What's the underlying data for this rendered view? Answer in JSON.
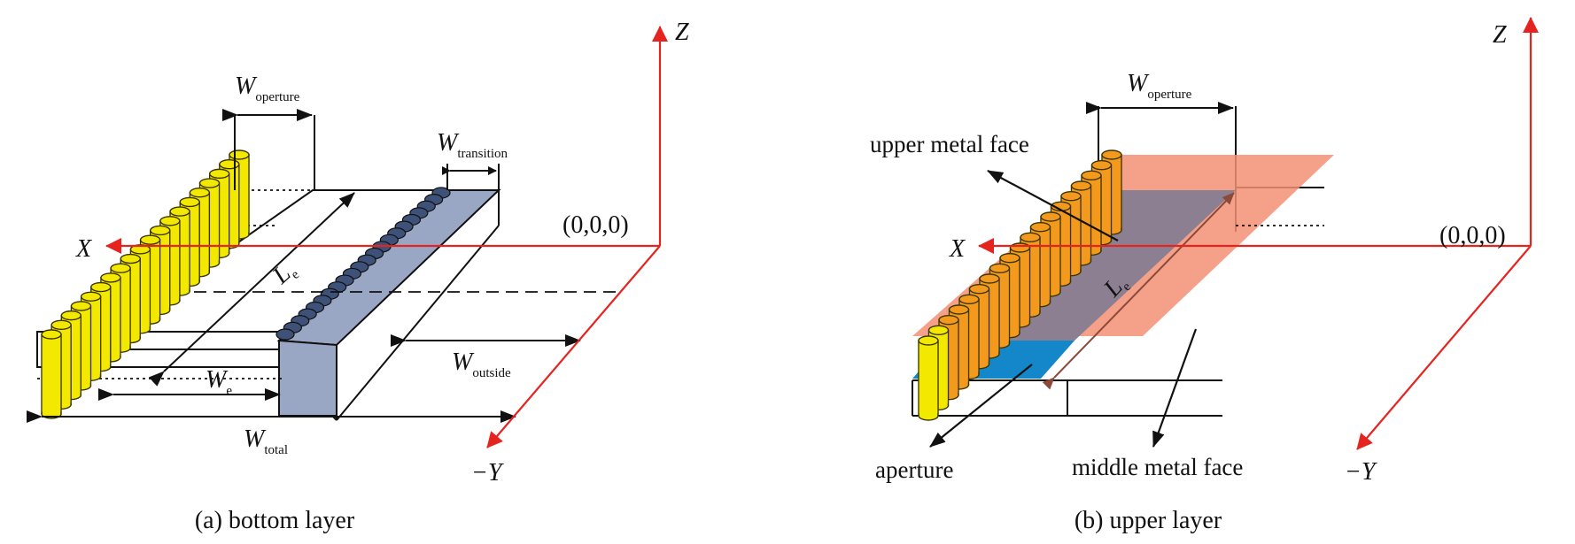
{
  "colors": {
    "axis": "#e52420",
    "via_fill": "#f3e800",
    "via_stroke": "#3b3500",
    "slot_fill": "#9aa7c4",
    "via_dark": "#3e5178",
    "upper_face": "#f39074",
    "aperture": "#1387c9",
    "overlap": "#8d7f92",
    "via_orange": "#f39a1e",
    "le_arrow": "#8b4a3a"
  },
  "panel_a": {
    "caption": "(a) bottom layer",
    "axis_z": "Z",
    "axis_x": "X",
    "axis_y": "−Y",
    "origin": "(0,0,0)",
    "w_operture": {
      "main": "W",
      "sub": "operture"
    },
    "w_transition": {
      "main": "W",
      "sub": "transition"
    },
    "l_e": {
      "main": "L",
      "sub": "e"
    },
    "w_e": {
      "main": "W",
      "sub": "e"
    },
    "w_outside": {
      "main": "W",
      "sub": "outside"
    },
    "w_total": {
      "main": "W",
      "sub": "total"
    },
    "via_count": 20,
    "slot_via_count": 22
  },
  "panel_b": {
    "caption": "(b) upper layer",
    "axis_z": "Z",
    "axis_x": "X",
    "axis_y": "−Y",
    "origin": "(0,0,0)",
    "w_operture": {
      "main": "W",
      "sub": "operture"
    },
    "l_e": {
      "main": "L",
      "sub": "e"
    },
    "upper_face": "upper metal face",
    "aperture": "aperture",
    "middle_face": "middle metal face",
    "via_count": 19
  }
}
